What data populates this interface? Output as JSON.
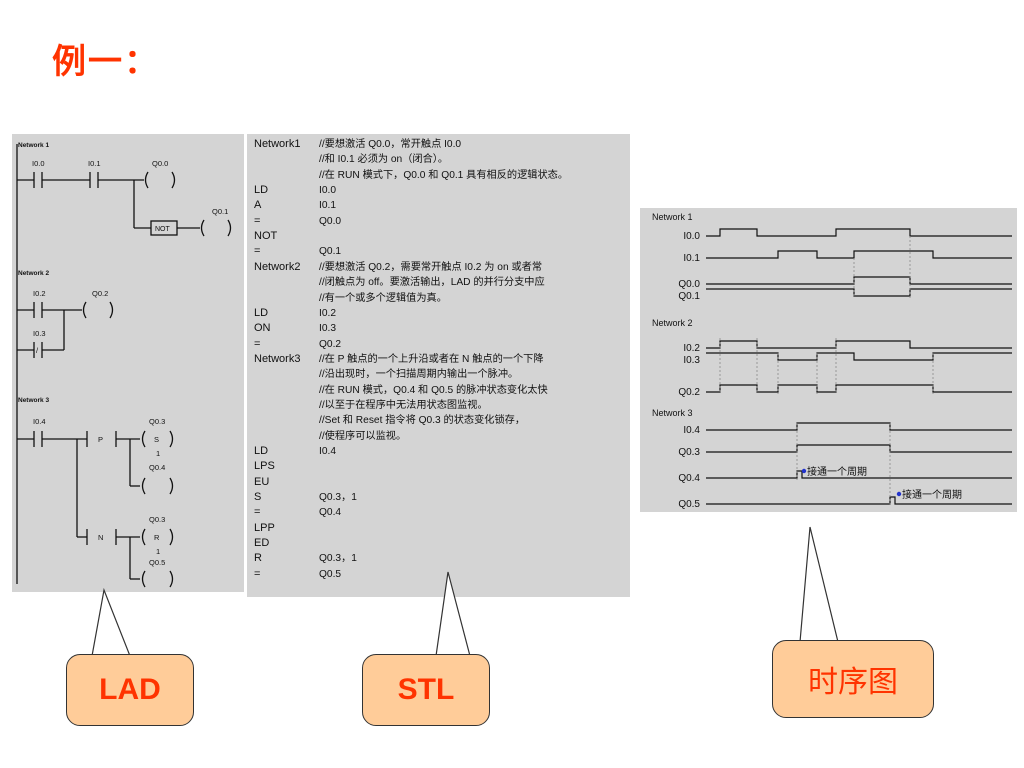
{
  "slide": {
    "title": "例一："
  },
  "lad": {
    "networks": [
      "Network 1",
      "Network 2",
      "Network 3"
    ],
    "n1": {
      "i00": "I0.0",
      "i01": "I0.1",
      "q00": "Q0.0",
      "q01": "Q0.1",
      "not": "NOT"
    },
    "n2": {
      "i02": "I0.2",
      "i03": "I0.3",
      "q02": "Q0.2",
      "neg": "/"
    },
    "n3": {
      "i04": "I0.4",
      "p": "P",
      "n": "N",
      "q03": "Q0.3",
      "s": "S",
      "one_a": "1",
      "q04": "Q0.4",
      "q03b": "Q0.3",
      "r": "R",
      "one_b": "1",
      "q05": "Q0.5"
    }
  },
  "stl": {
    "lines": [
      {
        "op": "Network1",
        "arg": "//要想激活 Q0.0，常开触点 I0.0"
      },
      {
        "op": "",
        "arg": "//和 I0.1 必须为 on（闭合）。"
      },
      {
        "op": "",
        "arg": "//在 RUN 模式下，Q0.0 和 Q0.1 具有相反的逻辑状态。"
      },
      {
        "op": "LD",
        "arg": "I0.0"
      },
      {
        "op": "A",
        "arg": "I0.1"
      },
      {
        "op": "=",
        "arg": "Q0.0"
      },
      {
        "op": "NOT",
        "arg": ""
      },
      {
        "op": "=",
        "arg": "Q0.1"
      },
      {
        "op": "Network2",
        "arg": "//要想激活 Q0.2，需要常开触点 I0.2 为 on 或者常"
      },
      {
        "op": "",
        "arg": "//闭触点为 off。要激活输出，LAD 的并行分支中应"
      },
      {
        "op": "",
        "arg": "//有一个或多个逻辑值为真。"
      },
      {
        "op": "LD",
        "arg": "I0.2"
      },
      {
        "op": "ON",
        "arg": "I0.3"
      },
      {
        "op": "=",
        "arg": "Q0.2"
      },
      {
        "op": "Network3",
        "arg": "//在 P 触点的一个上升沿或者在 N 触点的一个下降"
      },
      {
        "op": "",
        "arg": "//沿出现时，一个扫描周期内输出一个脉冲。"
      },
      {
        "op": "",
        "arg": "//在 RUN 模式，Q0.4 和 Q0.5 的脉冲状态变化太快"
      },
      {
        "op": "",
        "arg": "//以至于在程序中无法用状态图监视。"
      },
      {
        "op": "",
        "arg": "//Set 和 Reset 指令将 Q0.3 的状态变化锁存，"
      },
      {
        "op": "",
        "arg": "//使程序可以监视。"
      },
      {
        "op": "LD",
        "arg": "I0.4"
      },
      {
        "op": "LPS",
        "arg": ""
      },
      {
        "op": "EU",
        "arg": ""
      },
      {
        "op": "S",
        "arg": "Q0.3，1"
      },
      {
        "op": "=",
        "arg": "Q0.4"
      },
      {
        "op": "LPP",
        "arg": ""
      },
      {
        "op": "ED",
        "arg": ""
      },
      {
        "op": "R",
        "arg": "Q0.3，1"
      },
      {
        "op": "=",
        "arg": "Q0.5"
      }
    ]
  },
  "timing": {
    "network_labels": [
      "Network 1",
      "Network 2",
      "Network 3"
    ],
    "signals": [
      {
        "label": "I0.0"
      },
      {
        "label": "I0.1"
      },
      {
        "label": "Q0.0"
      },
      {
        "label": "Q0.1"
      },
      {
        "label": "I0.2"
      },
      {
        "label": "I0.3"
      },
      {
        "label": "Q0.2"
      },
      {
        "label": "I0.4"
      },
      {
        "label": "Q0.3"
      },
      {
        "label": "Q0.4"
      },
      {
        "label": "Q0.5"
      }
    ],
    "annotations": [
      "接通一个周期",
      "接通一个周期"
    ]
  },
  "callouts": {
    "lad": "LAD",
    "stl": "STL",
    "timing": "时序图"
  },
  "colors": {
    "title": "#ff3300",
    "callout_fill": "#ffcc99",
    "panel": "#d4d4d4"
  }
}
